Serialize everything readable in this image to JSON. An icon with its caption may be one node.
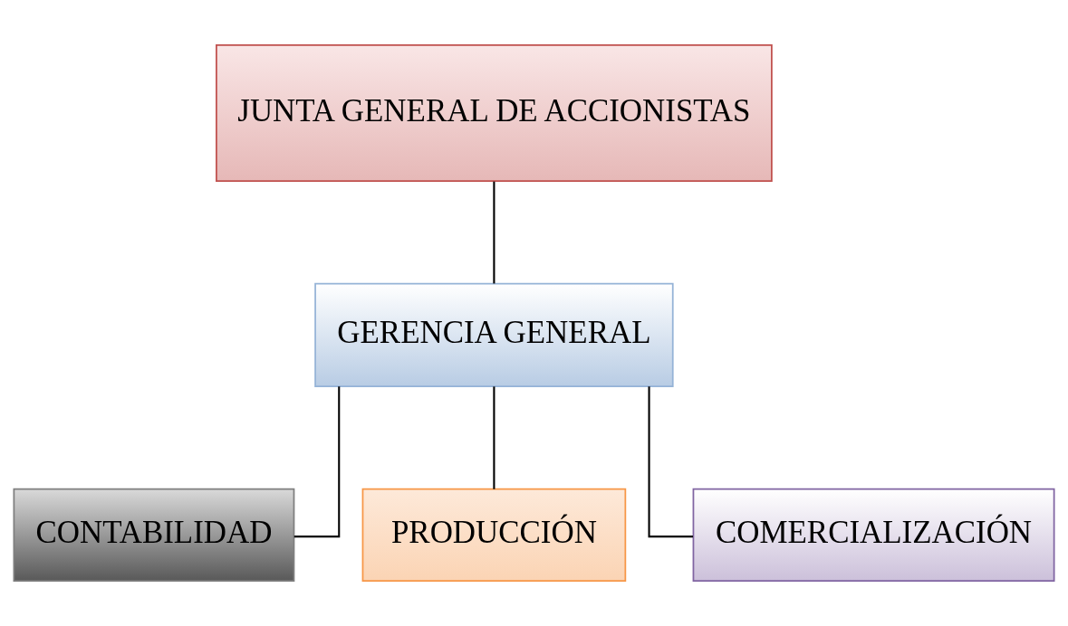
{
  "diagram": {
    "nodes": [
      {
        "text": [
          "JUNTA GENERAL DE ACCIONISTAS"
        ]
      },
      {
        "text": [
          "GERENCIA GENERAL"
        ]
      },
      {
        "text": [
          "CONTABILIDAD"
        ]
      },
      {
        "text": [
          "PRODUCCIÓN"
        ]
      },
      {
        "text": [
          "COMERCIALIZACIÓN"
        ]
      }
    ],
    "edges": [
      {
        "from": 0,
        "to": 1,
        "arrow": "none"
      },
      {
        "from": 1,
        "to": 2,
        "arrow": "none"
      },
      {
        "from": 1,
        "to": 3,
        "arrow": "none"
      },
      {
        "from": 1,
        "to": 4,
        "arrow": "none"
      }
    ]
  }
}
